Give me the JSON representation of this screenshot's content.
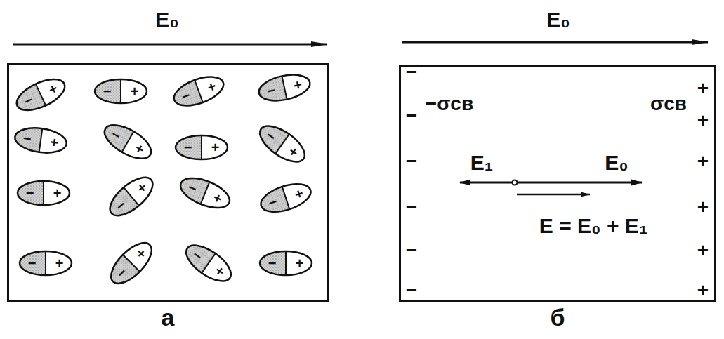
{
  "diagram": {
    "nodes": [
      {
        "text": [
          "а"
        ]
      },
      {
        "text": [
          "−",
          "+"
        ],
        "in": 0
      },
      {
        "text": [
          "−",
          "+"
        ],
        "in": 0
      },
      {
        "text": [
          "−",
          "+"
        ],
        "in": 0
      },
      {
        "text": [
          "−",
          "+"
        ],
        "in": 0
      },
      {
        "text": [
          "−",
          "+"
        ],
        "in": 0
      },
      {
        "text": [
          "−",
          "+"
        ],
        "in": 0
      },
      {
        "text": [
          "−",
          "+"
        ],
        "in": 0
      },
      {
        "text": [
          "−",
          "+"
        ],
        "in": 0
      },
      {
        "text": [
          "−",
          "+"
        ],
        "in": 0
      },
      {
        "text": [
          "−",
          "+"
        ],
        "in": 0
      },
      {
        "text": [
          "−",
          "+"
        ],
        "in": 0
      },
      {
        "text": [
          "−",
          "+"
        ],
        "in": 0
      },
      {
        "text": [
          "−",
          "+"
        ],
        "in": 0
      },
      {
        "text": [
          "−",
          "+"
        ],
        "in": 0
      },
      {
        "text": [
          "−",
          "+"
        ],
        "in": 0
      },
      {
        "text": [
          "−",
          "+"
        ],
        "in": 0
      },
      {
        "text": [
          "б"
        ]
      }
    ],
    "labels": [
      "E₀",
      "E₀",
      "−σсв",
      "σсв",
      "E₁",
      "E₀",
      "E = E₀ + E₁",
      "−",
      "−",
      "−",
      "−",
      "−",
      "−",
      "+",
      "+",
      "+",
      "+",
      "+",
      "+"
    ]
  }
}
